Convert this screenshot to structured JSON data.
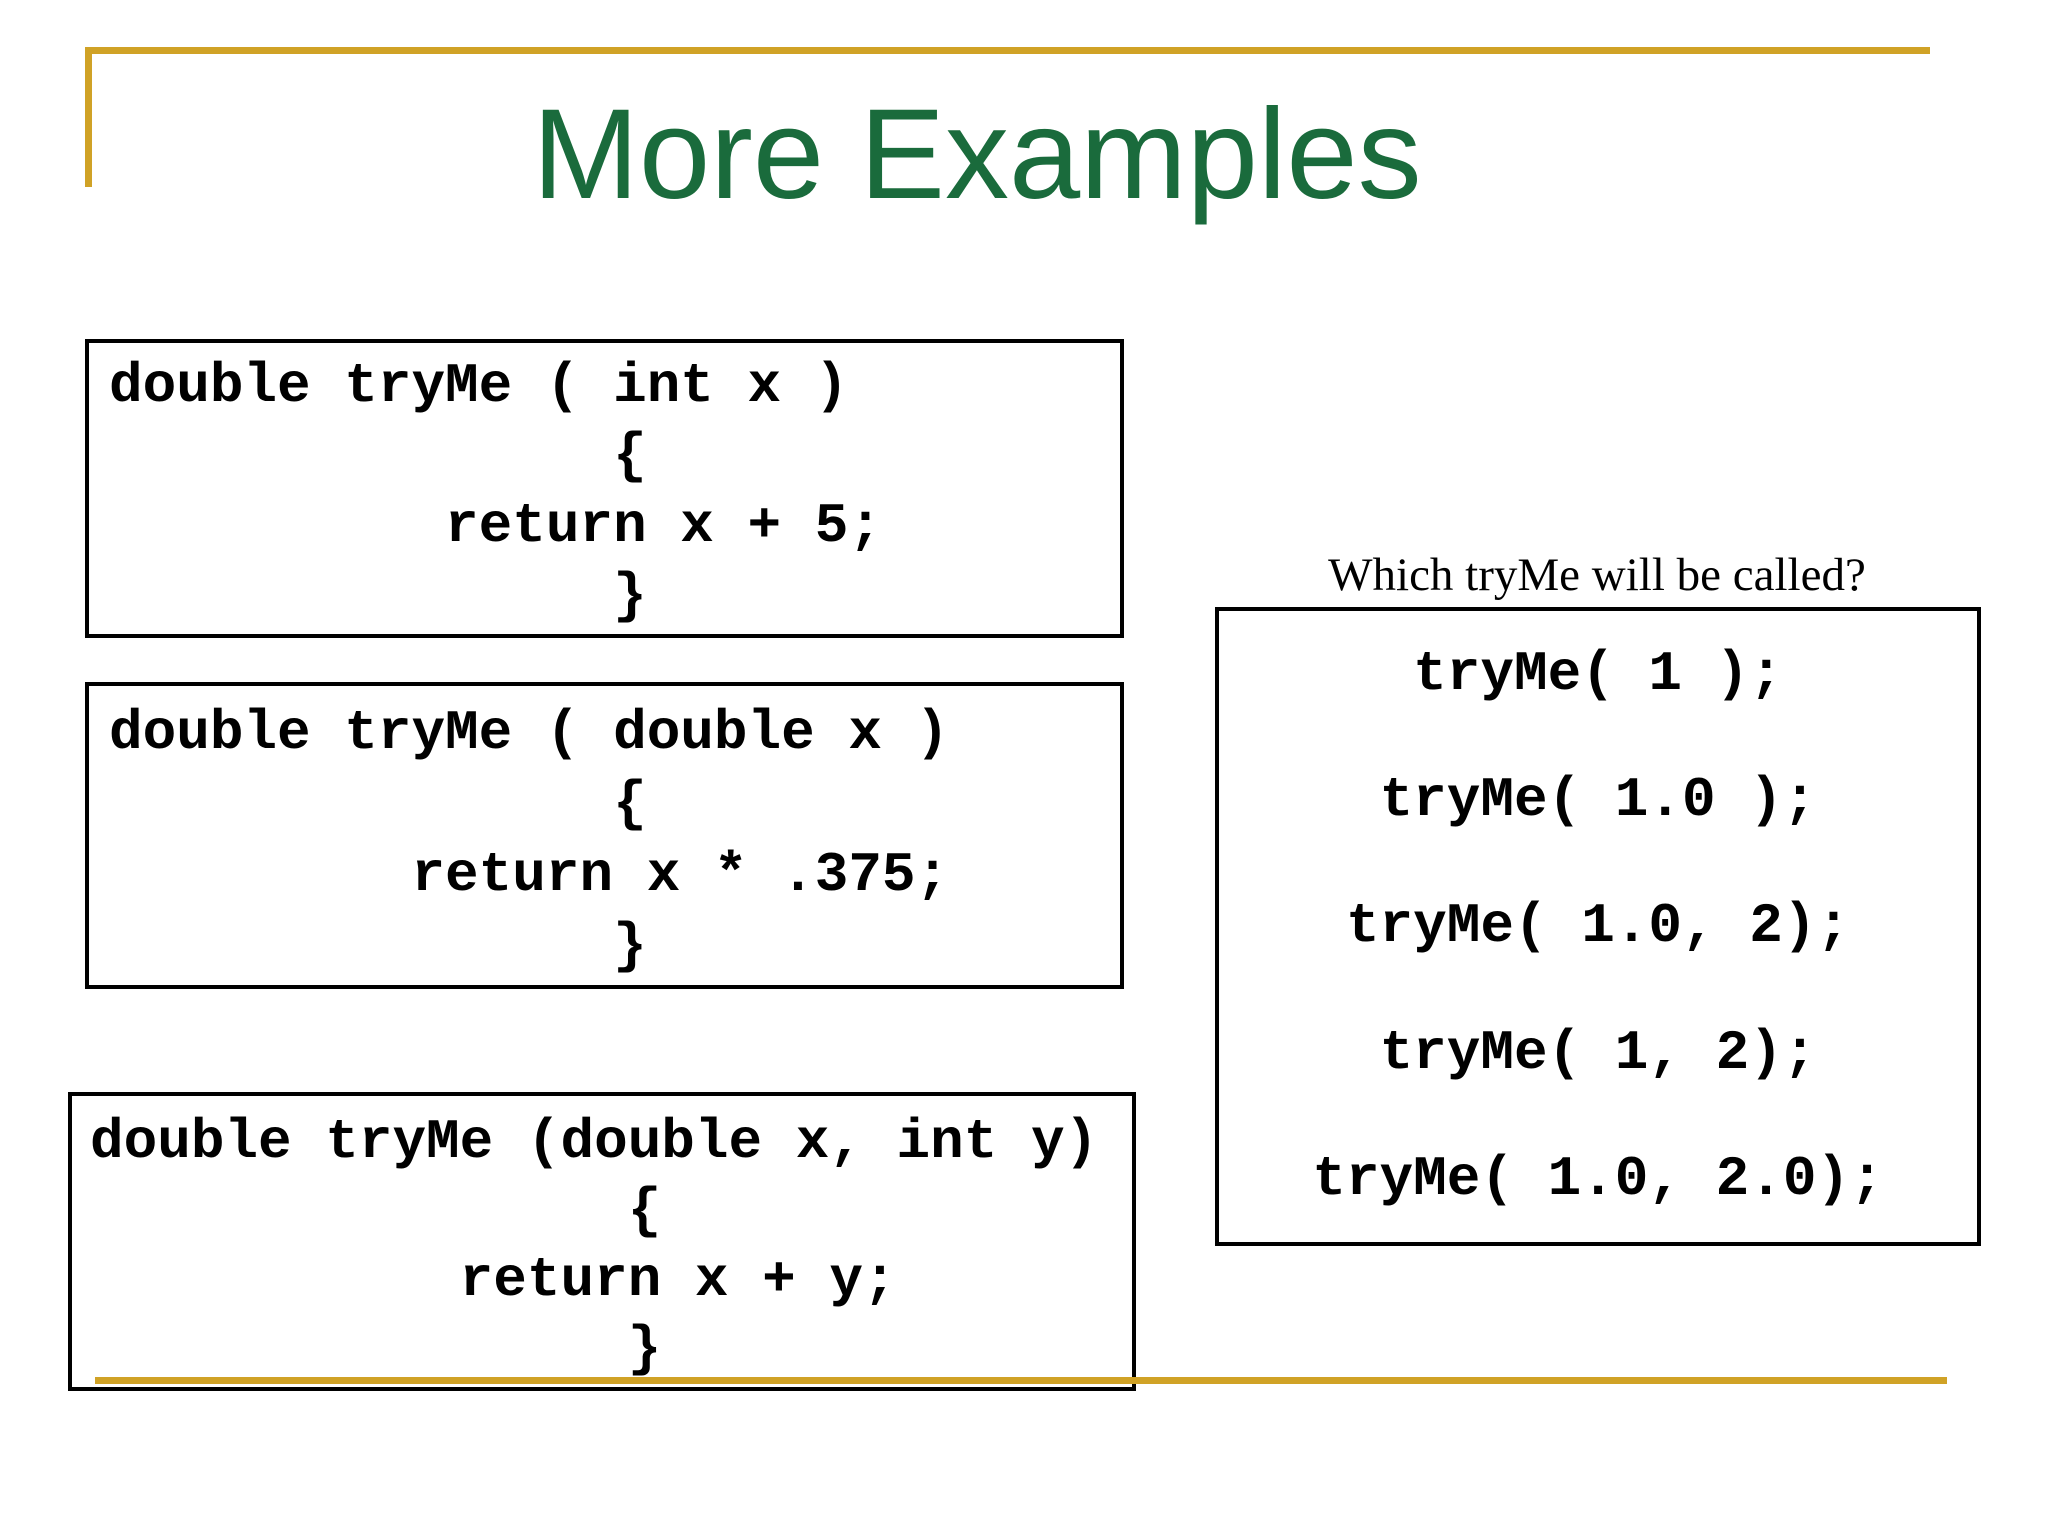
{
  "colors": {
    "accent": "#D0A226",
    "title": "#1A6B3C",
    "border": "#000000"
  },
  "title": "More Examples",
  "question": "Which tryMe will be called?",
  "code_boxes": [
    {
      "lines": [
        "double tryMe ( int x )",
        "               {",
        "          return x + 5;",
        "               }"
      ]
    },
    {
      "lines": [
        "double tryMe ( double x )",
        "               {",
        "         return x * .375;",
        "               }"
      ]
    },
    {
      "lines": [
        "double tryMe (double x, int y)",
        "                {",
        "           return x + y;",
        "                }"
      ]
    }
  ],
  "calls_box": {
    "lines": [
      "tryMe( 1 );",
      "tryMe( 1.0 );",
      "tryMe( 1.0, 2);",
      "tryMe( 1, 2);",
      "tryMe( 1.0, 2.0);"
    ]
  }
}
